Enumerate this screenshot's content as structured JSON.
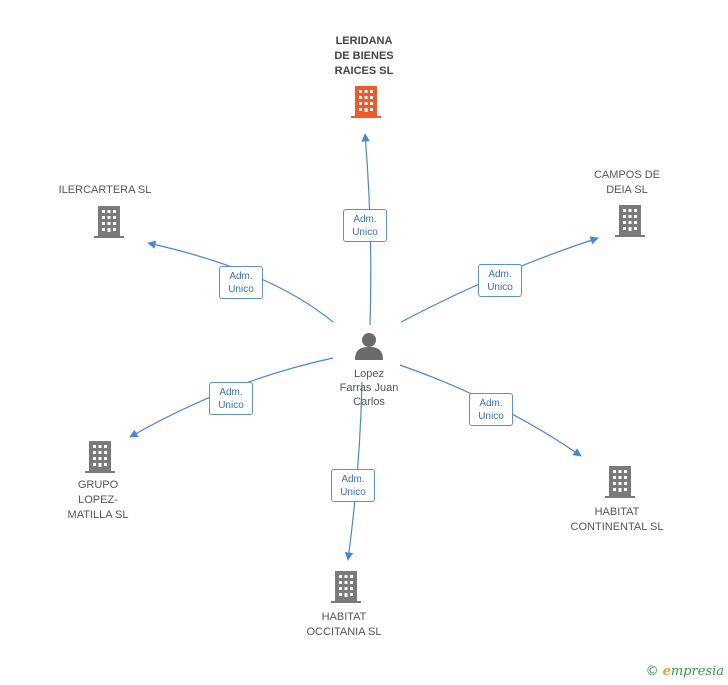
{
  "center": {
    "name": "Lopez\nFarras Juan\nCarlos",
    "icon": "person-icon"
  },
  "companies": [
    {
      "id": "leridana",
      "name": "LERIDANA\nDE BIENES\nRAICES SL",
      "highlight": true,
      "icon": "building-icon"
    },
    {
      "id": "ilercartera",
      "name": "ILERCARTERA SL",
      "highlight": false,
      "icon": "building-icon"
    },
    {
      "id": "campos",
      "name": "CAMPOS DE\nDEIA SL",
      "highlight": false,
      "icon": "building-icon"
    },
    {
      "id": "grupo",
      "name": "GRUPO\nLOPEZ-\nMATILLA SL",
      "highlight": false,
      "icon": "building-icon"
    },
    {
      "id": "continental",
      "name": "HABITAT\nCONTINENTAL SL",
      "highlight": false,
      "icon": "building-icon"
    },
    {
      "id": "occitania",
      "name": "HABITAT\nOCCITANIA SL",
      "highlight": false,
      "icon": "building-icon"
    }
  ],
  "relations": [
    {
      "to": "leridana",
      "line1": "Adm.",
      "line2": "Unico"
    },
    {
      "to": "ilercartera",
      "line1": "Adm.",
      "line2": "Unico"
    },
    {
      "to": "campos",
      "line1": "Adm.",
      "line2": "Unico"
    },
    {
      "to": "grupo",
      "line1": "Adm.",
      "line2": "Unico"
    },
    {
      "to": "continental",
      "line1": "Adm.",
      "line2": "Unico"
    },
    {
      "to": "occitania",
      "line1": "Adm.",
      "line2": "Unico"
    }
  ],
  "colors": {
    "highlight": "#f05a28",
    "building": "#7a7a7a",
    "edge": "#4a86d6",
    "person": "#6b6b6b"
  },
  "footer": {
    "copyright": "©",
    "brand_initial": "e",
    "brand_rest": "mpresia"
  }
}
